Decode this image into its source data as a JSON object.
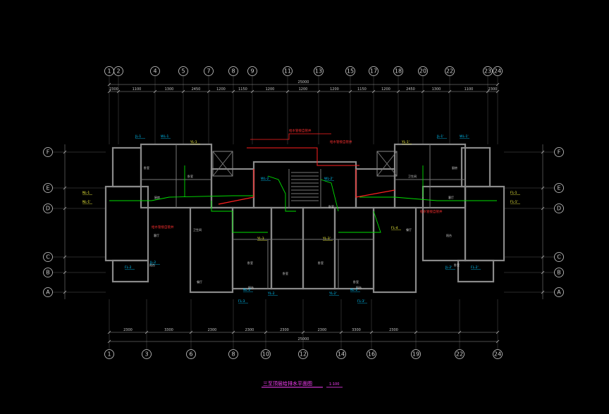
{
  "drawing": {
    "title": "三至顶层给排水平面图",
    "scale": "1:100",
    "total_dim": "25000",
    "top_axes": [
      "1",
      "2",
      "4",
      "5",
      "7",
      "8",
      "9",
      "11",
      "13",
      "15",
      "17",
      "18",
      "20",
      "22",
      "23",
      "24"
    ],
    "bottom_axes": [
      "1",
      "3",
      "6",
      "8",
      "10",
      "12",
      "14",
      "16",
      "19",
      "22",
      "24"
    ],
    "row_axes": [
      "F",
      "E",
      "D",
      "C",
      "B",
      "A"
    ],
    "top_dims": [
      "2300",
      "1100",
      "1300",
      "2450",
      "1200",
      "1150",
      "1200",
      "1200",
      "1200",
      "1150",
      "1200",
      "2450",
      "1300",
      "1100",
      "2300"
    ],
    "bottom_dims": [
      "2300",
      "3300",
      "2300",
      "2300",
      "2300",
      "2300",
      "3300",
      "2300"
    ],
    "room_labels": [
      "卧室",
      "卧室",
      "厨房",
      "卫生间",
      "客厅",
      "餐厅",
      "卧室",
      "卧室",
      "卧室",
      "卧室",
      "厨房",
      "卫生间",
      "客厅",
      "餐厅",
      "阳台",
      "阳台",
      "阳台",
      "阳台",
      "卧室",
      "卧室"
    ],
    "pipe_tags": [
      "JL-1",
      "WL-1",
      "JL-1'",
      "WL-1'",
      "YL-1",
      "YL-1'",
      "NL-1",
      "NL-1'",
      "FL-1",
      "FL-1'",
      "FL-2",
      "FL-2'",
      "JL-2",
      "JL-2'",
      "FL-3",
      "FL-3'",
      "YL-2",
      "YL-2'",
      "NL-2",
      "NL-2'",
      "WL-2",
      "WL-2'",
      "YL-3",
      "YL-3'",
      "FL-4"
    ],
    "notes": [
      "给水管接自管井",
      "给水管接自管井",
      "给水管接自管井",
      "给水管接自管井"
    ],
    "colors": {
      "wall": "#8a8a8a",
      "axis": "#cfcfcf",
      "water": "#00e000",
      "drain": "#ff2020",
      "tag_yellow": "#ffff40",
      "tag_cyan": "#00c8ff",
      "title": "#ff40ff"
    }
  }
}
